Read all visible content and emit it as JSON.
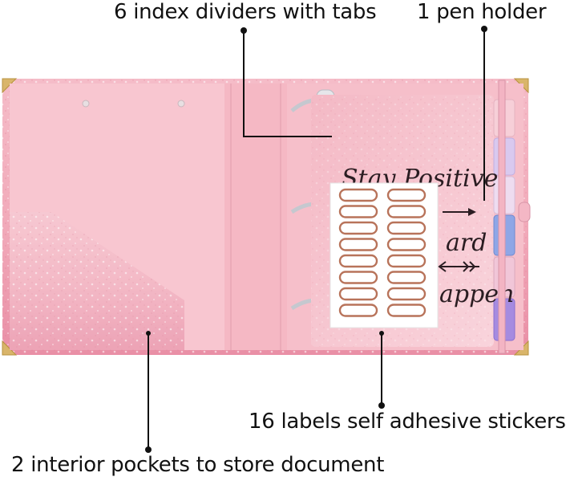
{
  "callouts": {
    "dividers": "6 index dividers with tabs",
    "pen_holder": "1 pen holder",
    "stickers": "16 labels self adhesive stickers",
    "pockets": "2 interior pockets to store document"
  },
  "divider_quote": {
    "line1": "Stay Positive",
    "line2": "ard",
    "line3": "appen"
  },
  "colors": {
    "glitter_pink": "#f2aebd",
    "pocket_pink": "#f7c3cd",
    "sticker_outline": "#b8735a",
    "corner_gold": "#d9b56a",
    "tab_lavender": "#d9c9ef",
    "tab_blue": "#8ea6e6",
    "tab_violet": "#a58be0"
  }
}
